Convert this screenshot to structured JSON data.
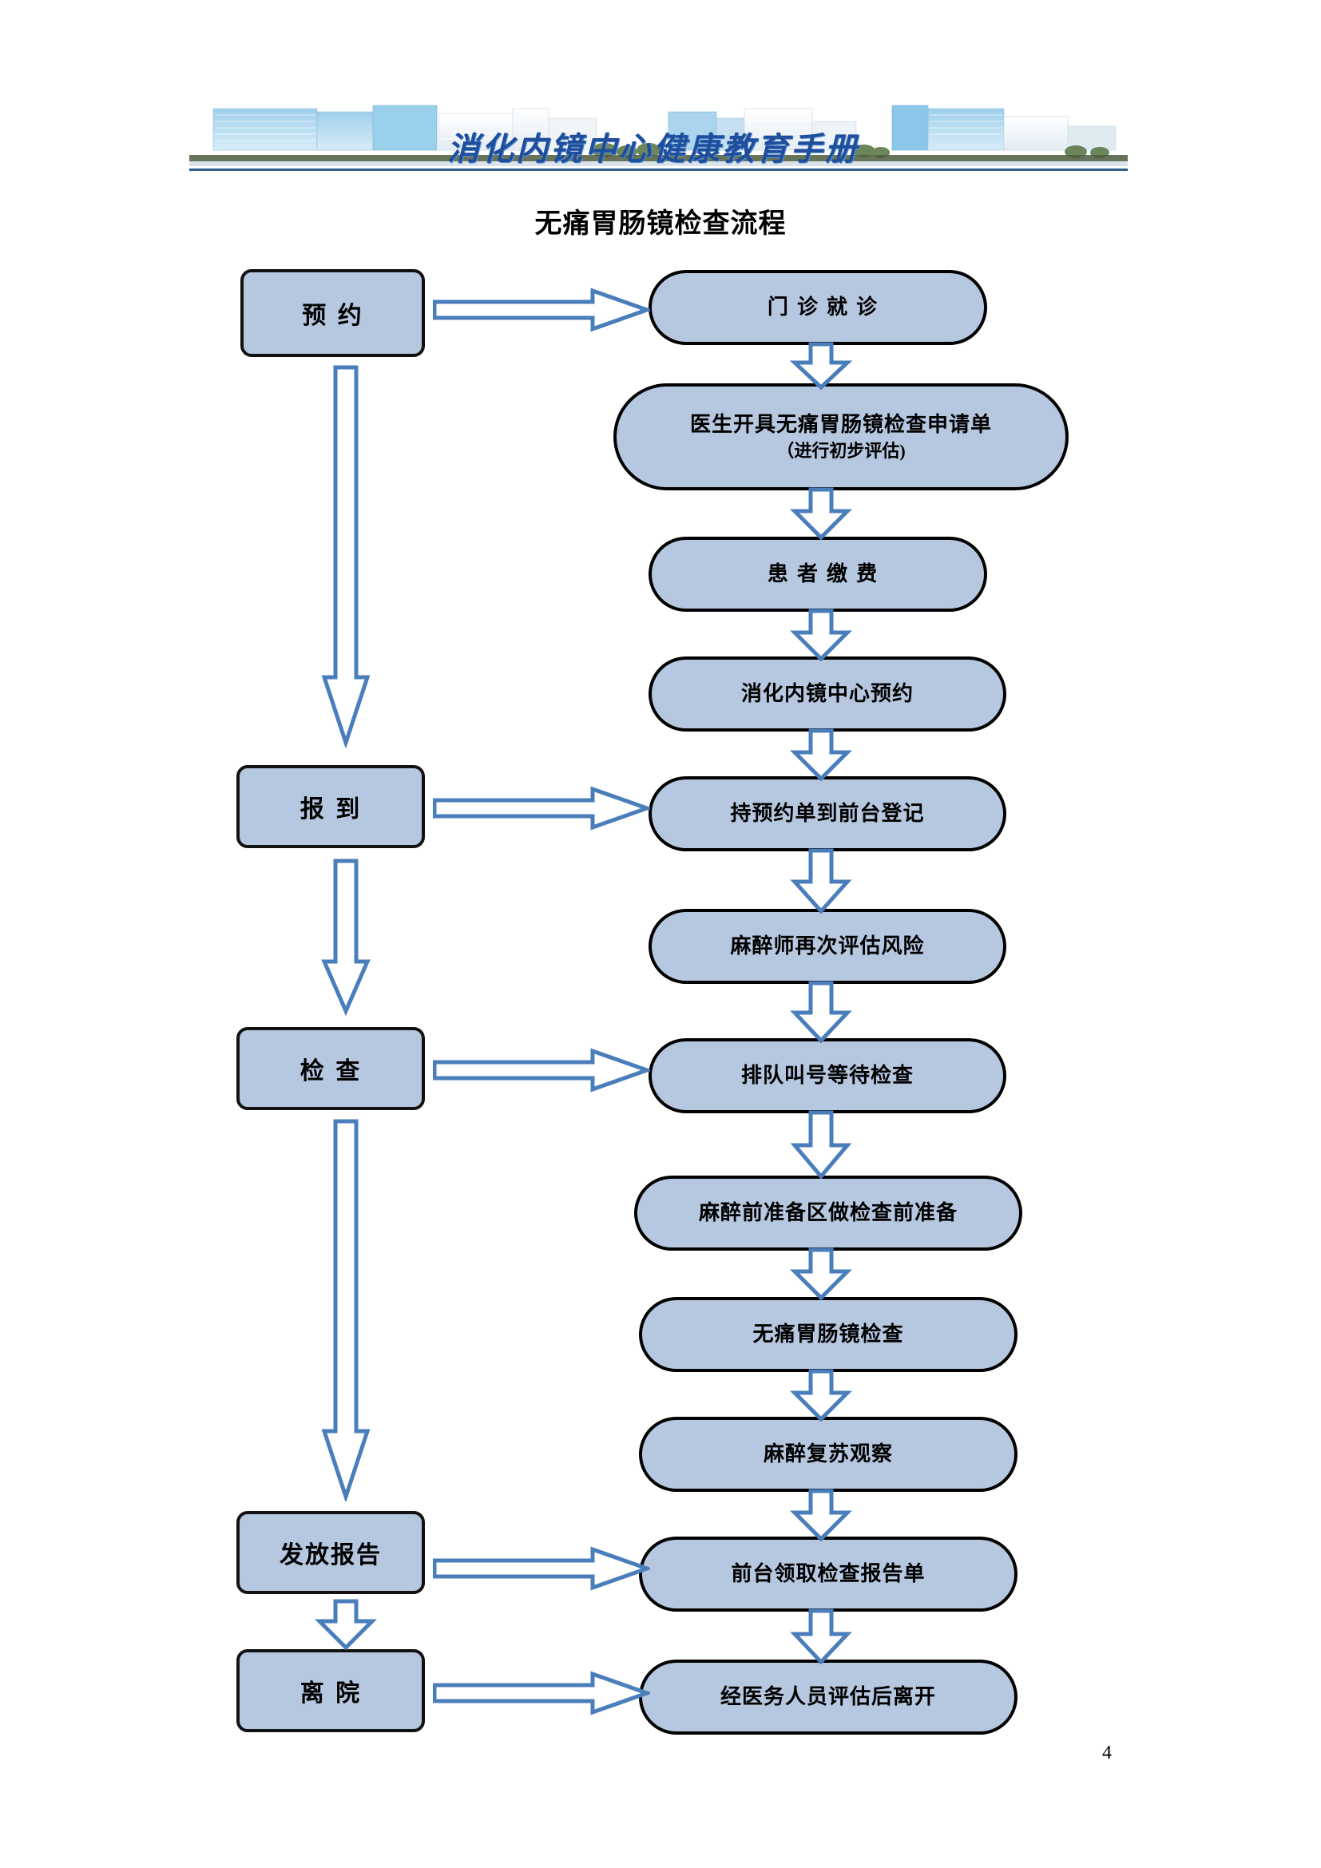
{
  "header": {
    "title": "消化内镜中心健康教育手册",
    "banner_alt": "hospital-buildings-photo"
  },
  "document": {
    "title": "无痛胃肠镜检查流程",
    "page_number": "4"
  },
  "colors": {
    "node_fill": "#b6c7e0",
    "node_border": "#000000",
    "stage_border": "#121212",
    "arrow_stroke": "#4a7ebb",
    "arrow_fill": "#ffffff",
    "header_title": "#1f4e9c"
  },
  "flow": {
    "stages": [
      {
        "id": "stage-appointment",
        "label": "预 约"
      },
      {
        "id": "stage-checkin",
        "label": "报 到"
      },
      {
        "id": "stage-exam",
        "label": "检 查"
      },
      {
        "id": "stage-report",
        "label": "发放报告"
      },
      {
        "id": "stage-discharge",
        "label": "离 院"
      }
    ],
    "steps": [
      {
        "id": "step-outpatient",
        "line1": "门 诊 就 诊",
        "line2": ""
      },
      {
        "id": "step-order",
        "line1": "医生开具无痛胃肠镜检查申请单",
        "line2": "（进行初步评估)"
      },
      {
        "id": "step-payment",
        "line1": "患 者 缴 费",
        "line2": ""
      },
      {
        "id": "step-booking",
        "line1": "消化内镜中心预约",
        "line2": ""
      },
      {
        "id": "step-register",
        "line1": "持预约单到前台登记",
        "line2": ""
      },
      {
        "id": "step-risk",
        "line1": "麻醉师再次评估风险",
        "line2": ""
      },
      {
        "id": "step-queue",
        "line1": "排队叫号等待检查",
        "line2": ""
      },
      {
        "id": "step-prep",
        "line1": "麻醉前准备区做检查前准备",
        "line2": ""
      },
      {
        "id": "step-endoscopy",
        "line1": "无痛胃肠镜检查",
        "line2": ""
      },
      {
        "id": "step-recovery",
        "line1": "麻醉复苏观察",
        "line2": ""
      },
      {
        "id": "step-collect",
        "line1": "前台领取检查报告单",
        "line2": ""
      },
      {
        "id": "step-leave",
        "line1": "经医务人员评估后离开",
        "line2": ""
      }
    ],
    "connectors": {
      "horizontal_count": 5,
      "vertical_count": 11,
      "long_vertical_count": 3
    }
  }
}
